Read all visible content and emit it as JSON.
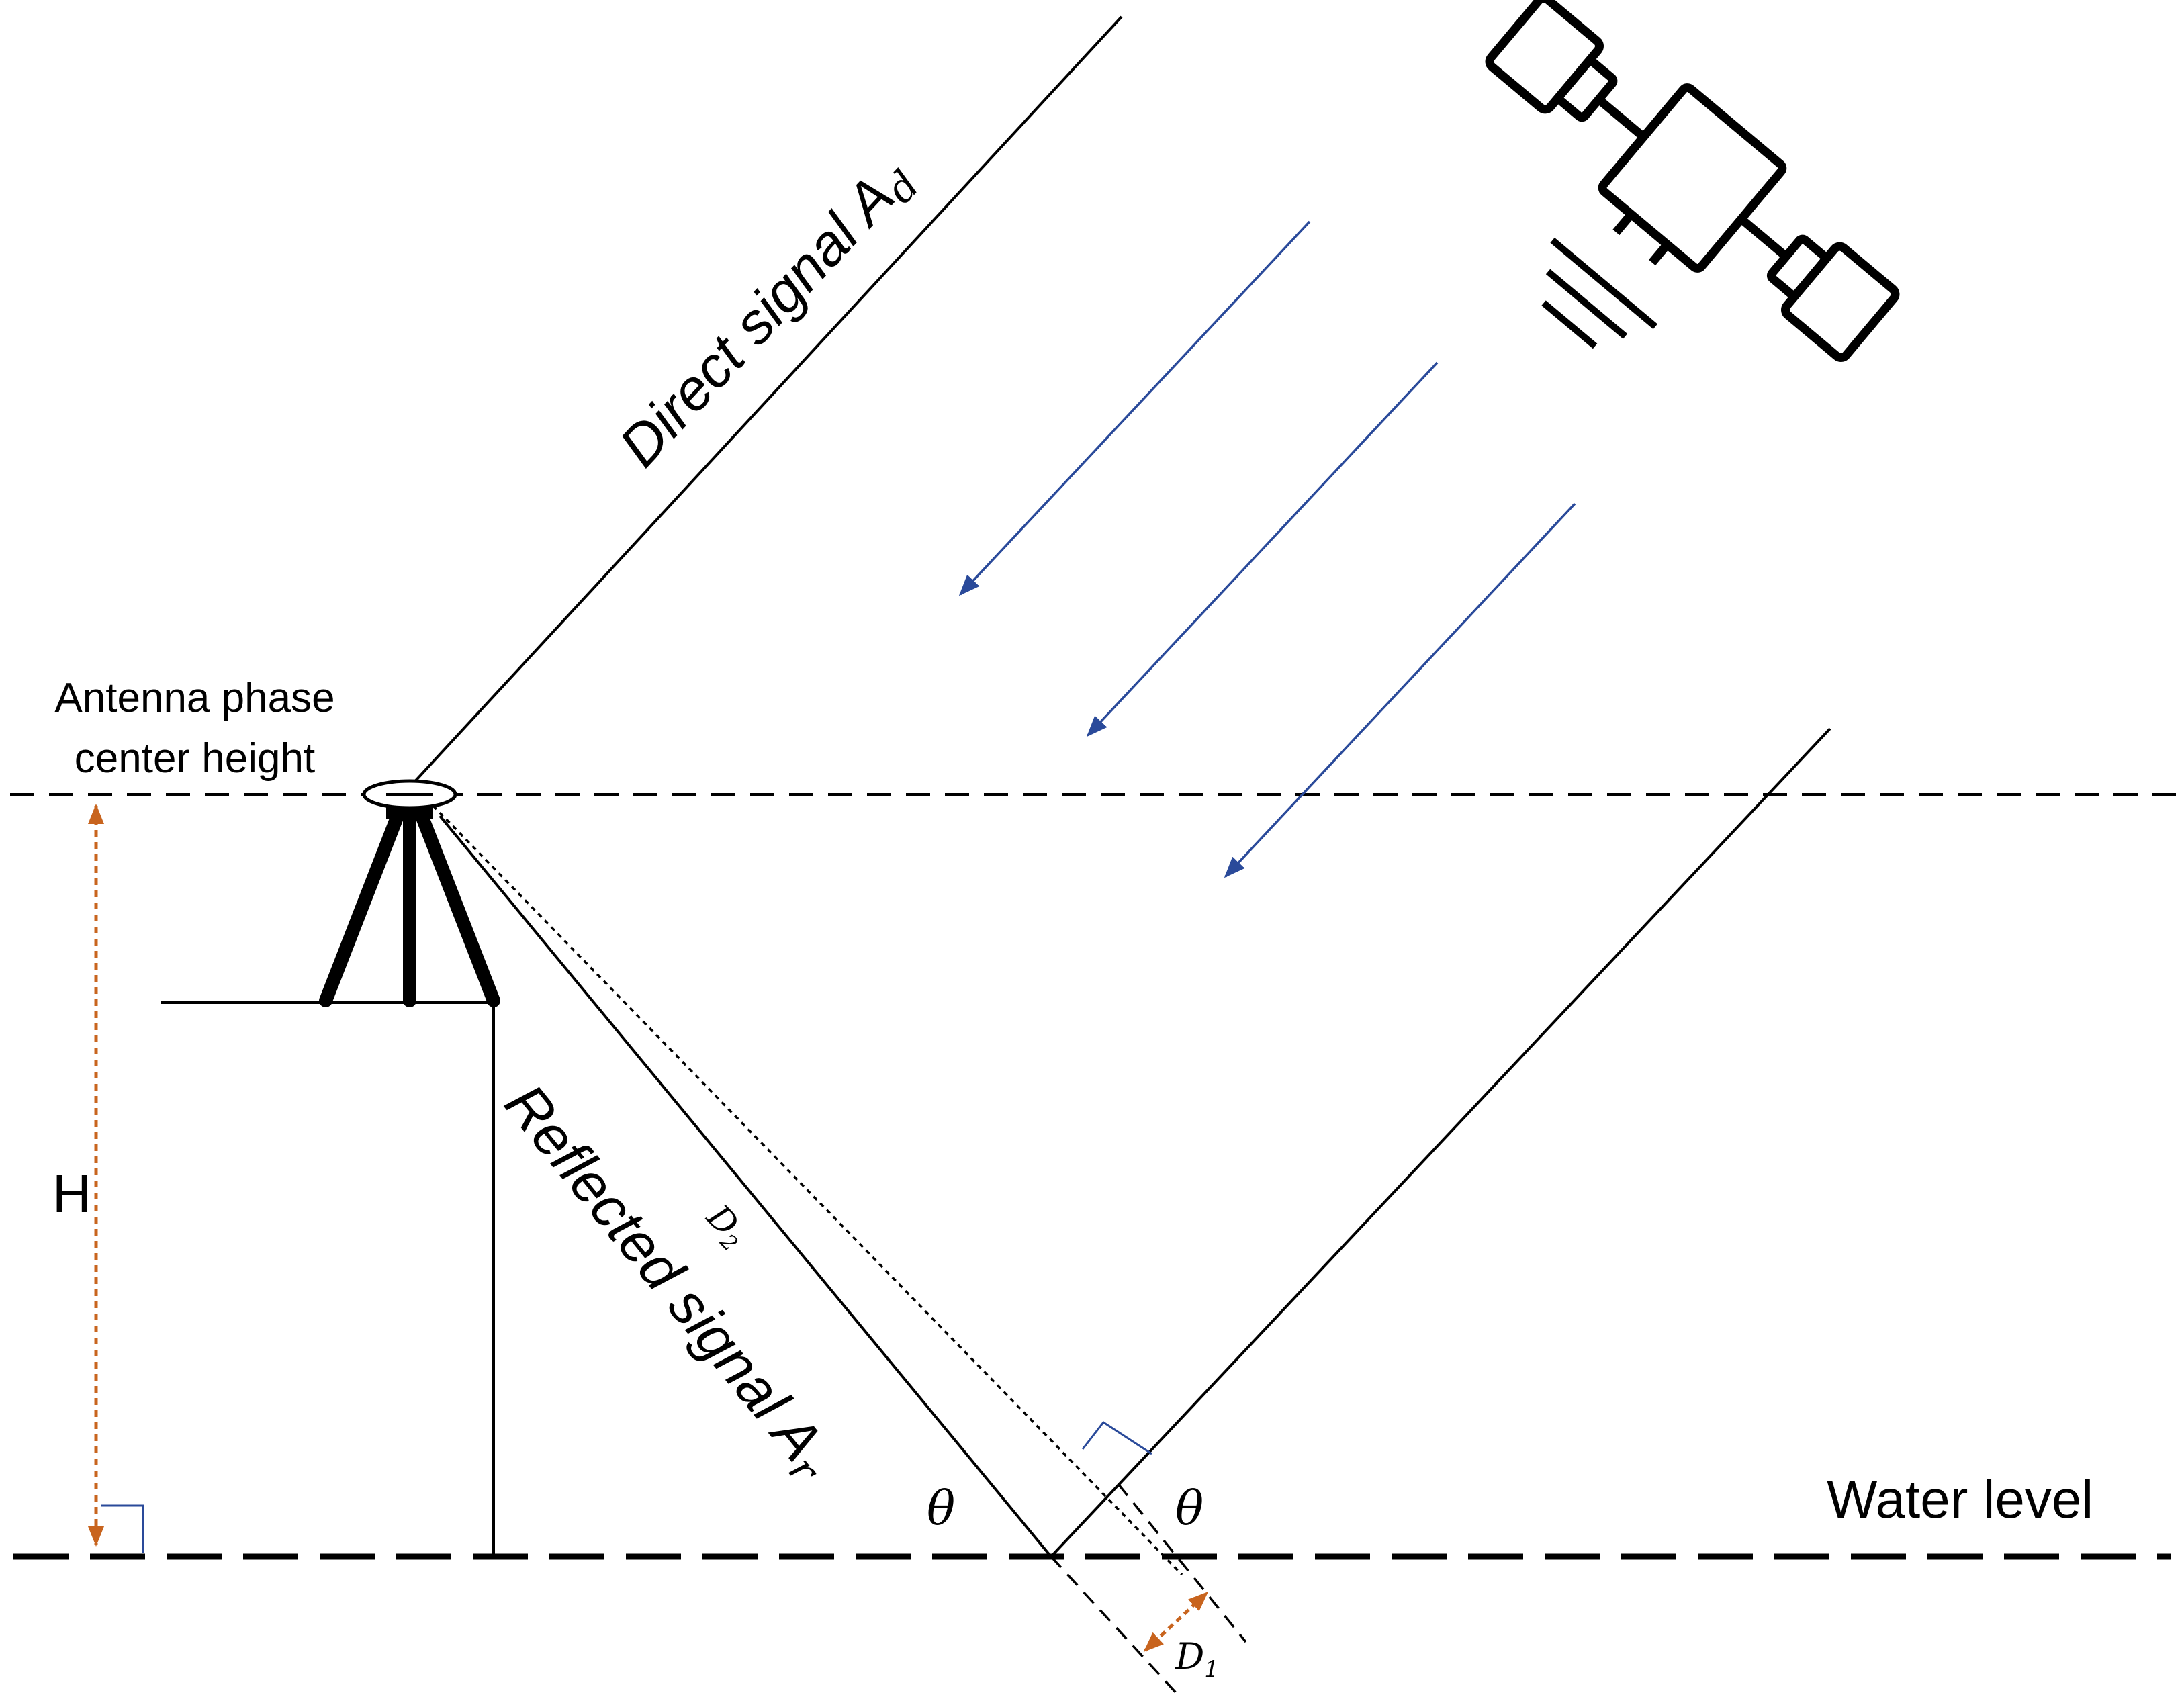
{
  "labels": {
    "direct_signal": "Direct signal A",
    "direct_signal_sub": "d",
    "reflected_signal": "Reflected signal A",
    "reflected_signal_sub": "r",
    "antenna_line1": "Antenna phase",
    "antenna_line2": "center height",
    "water_level": "Water level",
    "height": "H",
    "theta": "θ",
    "d2": "D",
    "d2_sub": "2",
    "d1": "D",
    "d1_sub": "1"
  },
  "colors": {
    "line": "#000000",
    "signal_arrow": "#2a4a9a",
    "dimension": "#c8641e",
    "right_angle_mark": "#2a4a9a"
  }
}
